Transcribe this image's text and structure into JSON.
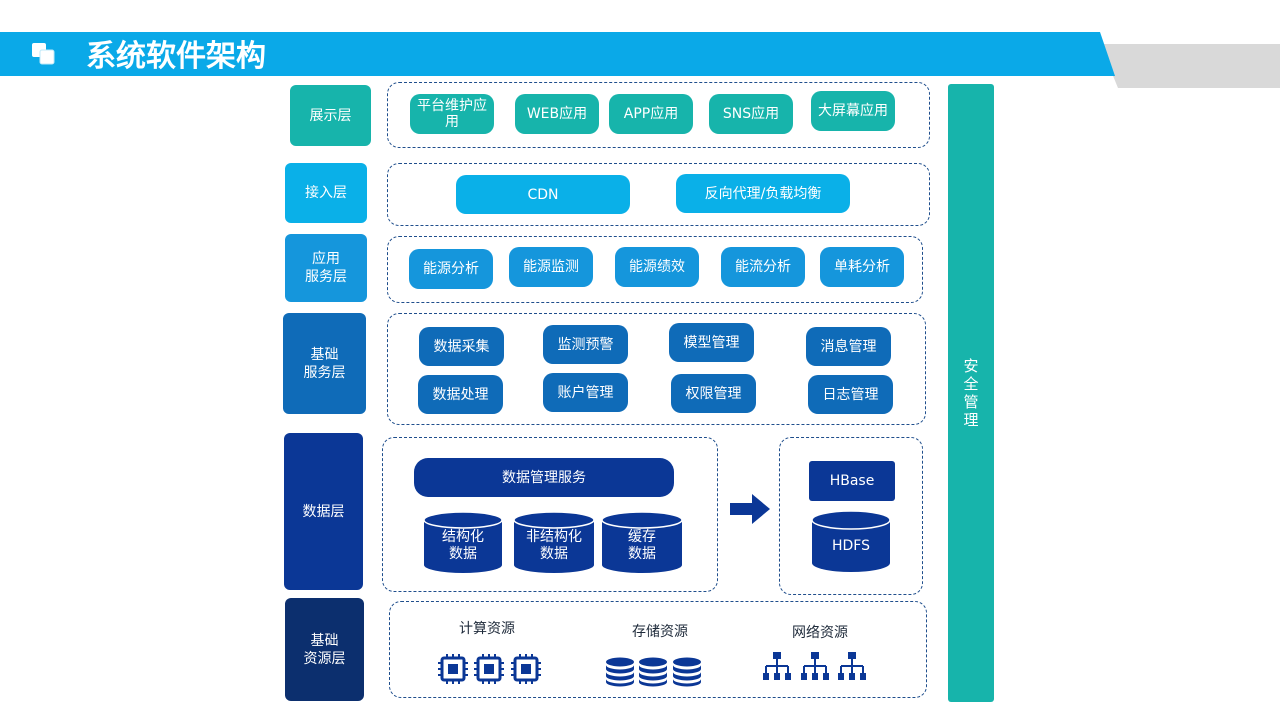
{
  "title": "系统软件架构",
  "colors": {
    "teal": "#17b4ab",
    "cyan": "#0ab0e8",
    "blue_light": "#1596dc",
    "blue_mid": "#0f6bb8",
    "navy": "#0b3796",
    "navy_dark": "#0c2f6e",
    "banner": "#0aa9e8"
  },
  "layers": {
    "presentation": {
      "label": "展示层",
      "items": [
        "平台维护应用",
        "WEB应用",
        "APP应用",
        "SNS应用",
        "大屏幕应用"
      ]
    },
    "access": {
      "label": "接入层",
      "items": [
        "CDN",
        "反向代理/负载均衡"
      ]
    },
    "app_service": {
      "label": "应用\n服务层",
      "items": [
        "能源分析",
        "能源监测",
        "能源绩效",
        "能流分析",
        "单耗分析"
      ]
    },
    "base_service": {
      "label": "基础\n服务层",
      "items": [
        "数据采集",
        "监测预警",
        "模型管理",
        "消息管理",
        "数据处理",
        "账户管理",
        "权限管理",
        "日志管理"
      ]
    },
    "data": {
      "label": "数据层",
      "service": "数据管理服务",
      "stores": [
        "结构化\n数据",
        "非结构化\n数据",
        "缓存\n数据"
      ],
      "hbase": "HBase",
      "hdfs": "HDFS"
    },
    "infra": {
      "label": "基础\n资源层",
      "resources": [
        "计算资源",
        "存储资源",
        "网络资源"
      ],
      "icons": [
        "cpu-icon",
        "storage-icon",
        "network-icon"
      ]
    }
  },
  "security": "安\n全\n管\n理"
}
